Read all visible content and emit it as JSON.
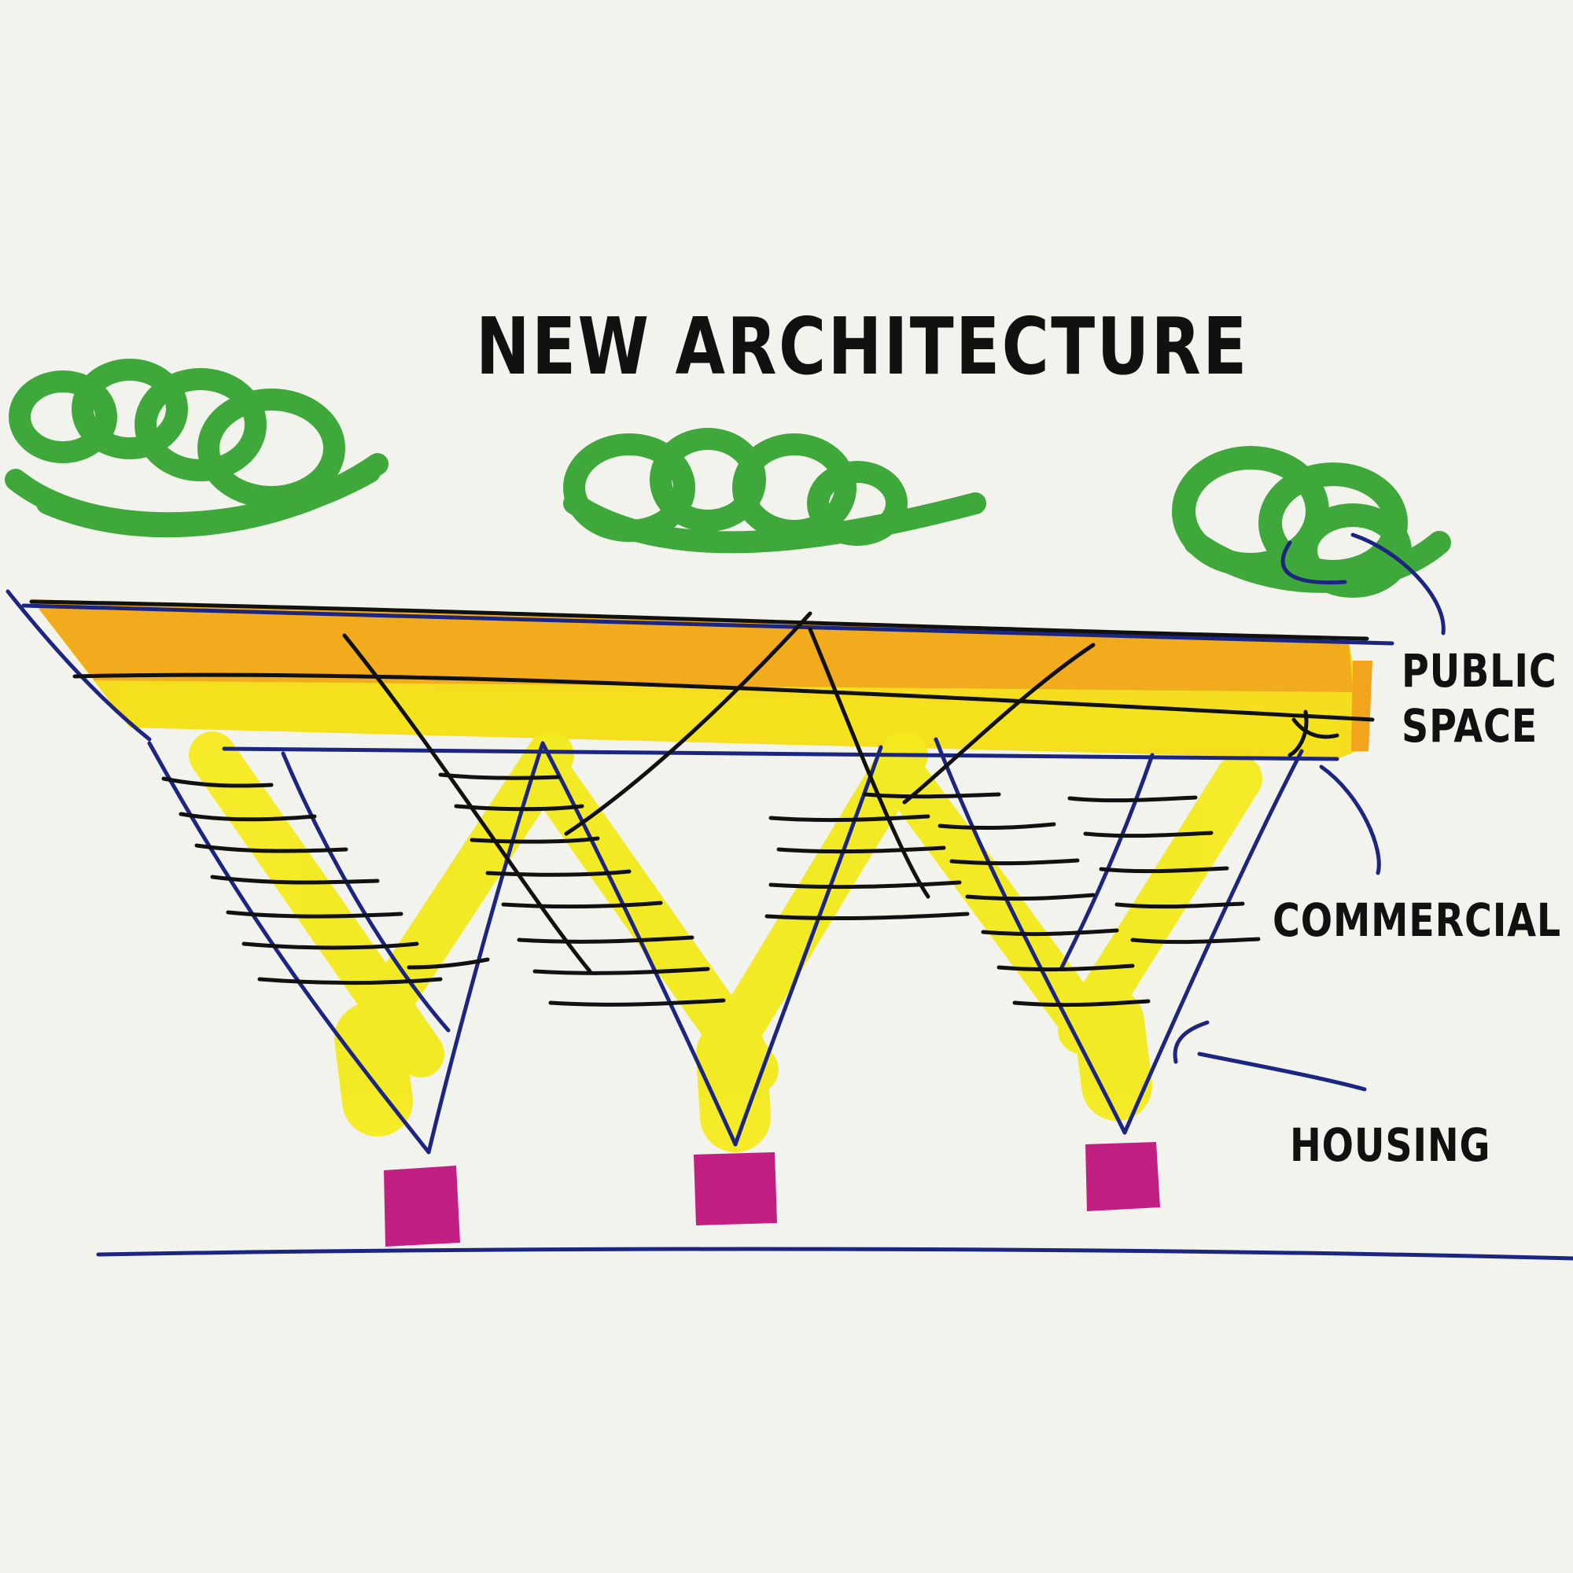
{
  "title": "NEW ARCHITECTURE",
  "labels": {
    "public_space_line1": "PUBLIC",
    "public_space_line2": "SPACE",
    "commercial": "COMMERCIAL",
    "housing": "HOUSING"
  },
  "colors": {
    "background": "#f3f3ee",
    "greenery": "#3fa83a",
    "public_band": "#f2a51c",
    "housing_fill": "#f4ea1c",
    "outline": "#1c2580",
    "ink": "#111111",
    "base_block": "#c21f83"
  }
}
